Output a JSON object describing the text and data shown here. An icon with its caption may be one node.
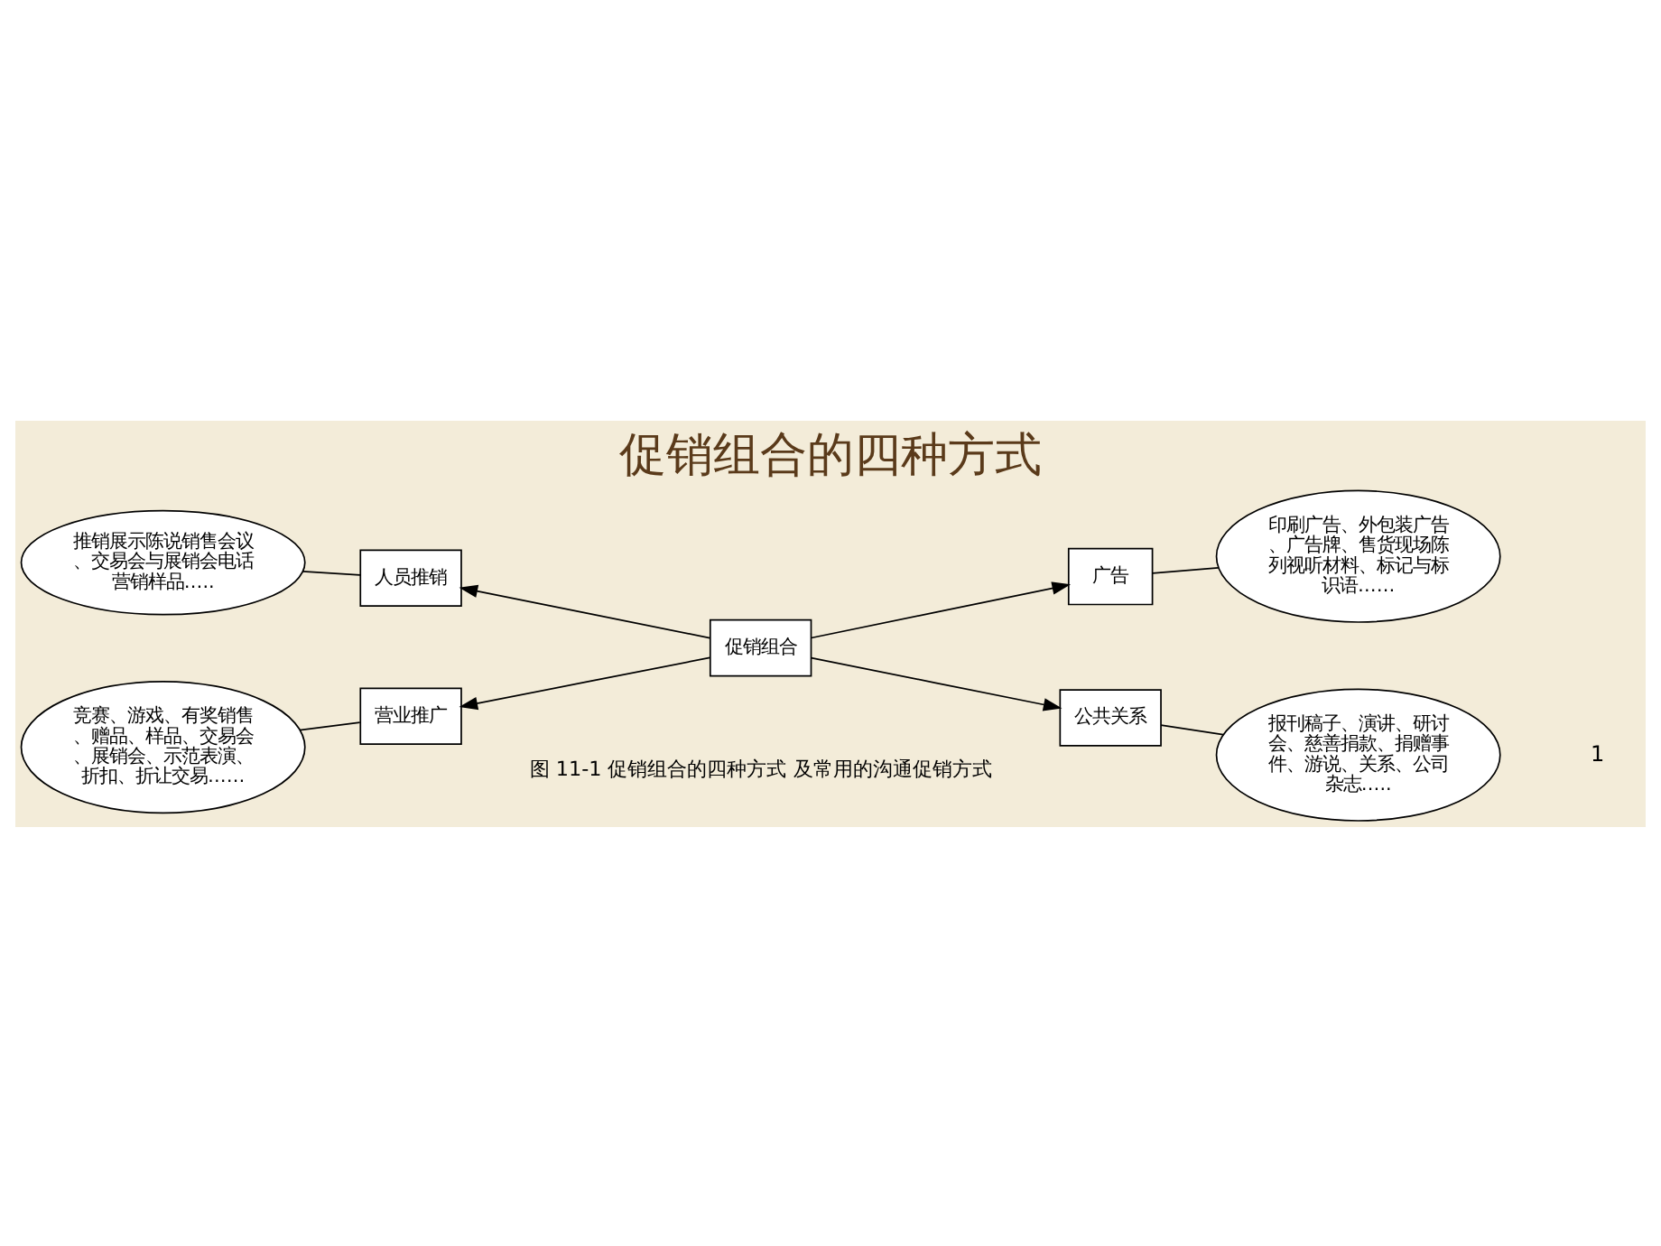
{
  "diagram": {
    "title": "促销组合的四种方式",
    "caption": "图 11-1 促销组合的四种方式 及常用的沟通促销方式",
    "nodes": [
      {
        "text": [
          "促销组合"
        ]
      },
      {
        "text": [
          "人员推销"
        ]
      },
      {
        "text": [
          "广告"
        ]
      },
      {
        "text": [
          "营业推广"
        ]
      },
      {
        "text": [
          "公共关系"
        ]
      },
      {
        "text": [
          "推销展示陈说销售会议、交易会与展销会电话营销样品….."
        ]
      },
      {
        "text": [
          "印刷广告、外包装广告、广告牌、售货现场陈列视听材料、标记与标识语……"
        ]
      },
      {
        "text": [
          "竞赛、游戏、有奖销售、赠品、样品、交易会、展销会、示范表演、折扣、折让交易……"
        ]
      },
      {
        "text": [
          "报刊稿子、演讲、研讨会、慈善捐款、捐赠事件、游说、关系、公司杂志….."
        ]
      }
    ],
    "edges": [
      {
        "from": 0,
        "to": 1,
        "arrow": "to"
      },
      {
        "from": 0,
        "to": 2,
        "arrow": "to"
      },
      {
        "from": 0,
        "to": 3,
        "arrow": "to"
      },
      {
        "from": 0,
        "to": 4,
        "arrow": "to"
      },
      {
        "from": 5,
        "to": 1,
        "arrow": "none"
      },
      {
        "from": 6,
        "to": 2,
        "arrow": "none"
      },
      {
        "from": 7,
        "to": 3,
        "arrow": "none"
      },
      {
        "from": 8,
        "to": 4,
        "arrow": "none"
      }
    ],
    "labels": [
      "1"
    ]
  }
}
